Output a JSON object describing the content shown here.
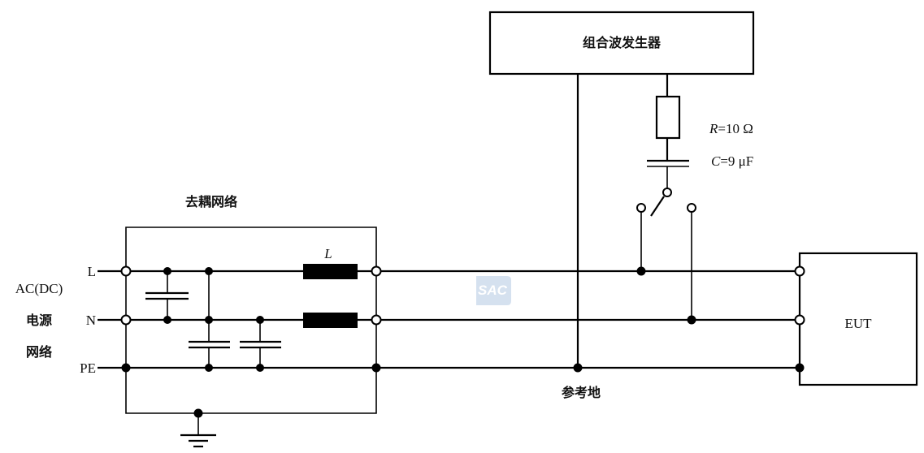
{
  "diagram": {
    "type": "circuit-schematic",
    "generator": {
      "label": "组合波发生器"
    },
    "coupling": {
      "resistor_label_symbol": "R",
      "resistor_label_value": "=10 Ω",
      "capacitor_label_symbol": "C",
      "capacitor_label_value": "=9 μF"
    },
    "decoupling_network": {
      "label": "去耦网络",
      "inductor_label": "L"
    },
    "source": {
      "label_line1": "AC(DC)",
      "label_line2": "电源",
      "label_line3": "网络"
    },
    "lines": [
      {
        "id": "L",
        "label": "L"
      },
      {
        "id": "N",
        "label": "N"
      },
      {
        "id": "PE",
        "label": "PE"
      }
    ],
    "reference_ground": {
      "label": "参考地"
    },
    "eut": {
      "label": "EUT"
    },
    "watermark": {
      "text": "SAC",
      "color": "#c8d8ea"
    }
  }
}
